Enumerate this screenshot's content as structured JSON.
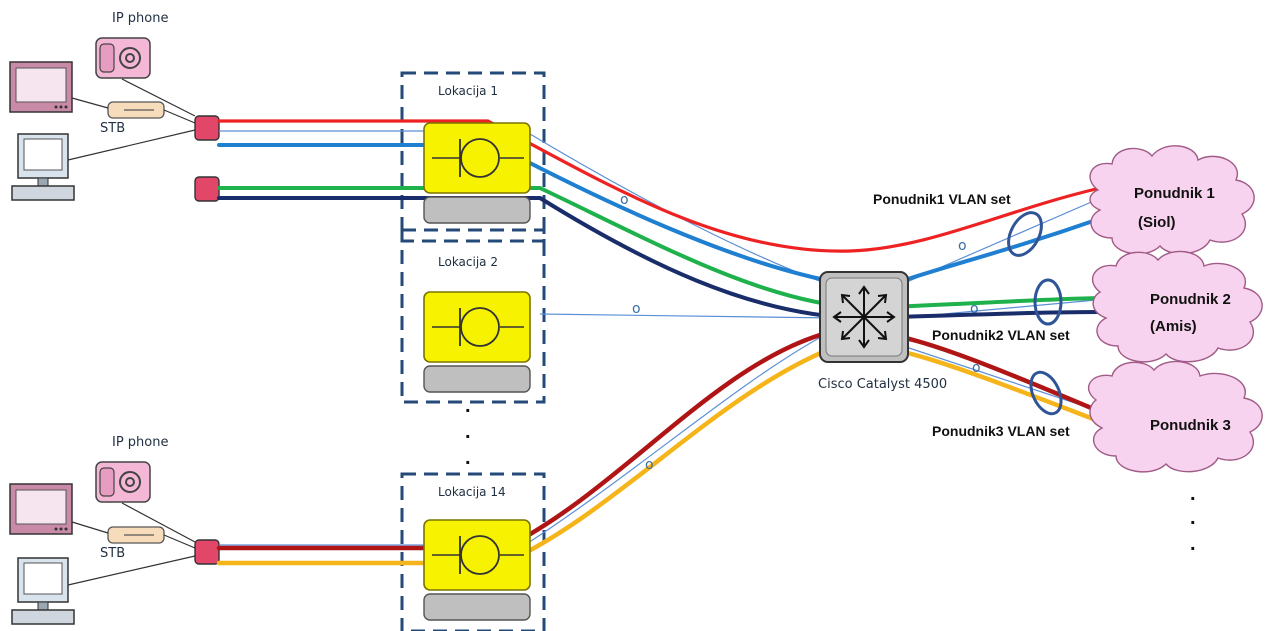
{
  "endpoints": {
    "top": {
      "ip_phone_label": "IP phone",
      "stb_label": "STB"
    },
    "bottom": {
      "ip_phone_label": "IP phone",
      "stb_label": "STB"
    }
  },
  "locations": [
    {
      "label": "Lokacija 1"
    },
    {
      "label": "Lokacija 2"
    },
    {
      "label": "Lokacija 14"
    }
  ],
  "core_switch": {
    "label": "Cisco Catalyst  4500"
  },
  "vlan_sets": [
    {
      "label": "Ponudnik1 VLAN set"
    },
    {
      "label": "Ponudnik2 VLAN set"
    },
    {
      "label": "Ponudnik3 VLAN set"
    }
  ],
  "providers": [
    {
      "name": "Ponudnik 1",
      "sub": "(Siol)"
    },
    {
      "name": "Ponudnik 2",
      "sub": "(Amis)"
    },
    {
      "name": "Ponudnik 3",
      "sub": ""
    }
  ],
  "trunk_marker": "o",
  "ellipsis": ".",
  "colors": {
    "red": "#ee2222",
    "blue": "#1f7fd0",
    "green": "#1fb14b",
    "navy": "#1a2d6b",
    "darkred": "#b01515",
    "yellow": "#f5b51a",
    "switch_yellow": "#f6f200",
    "cloud_pink": "#f7d3ef",
    "port_pink": "#e2476a",
    "vlan_ring": "#2f5597"
  }
}
